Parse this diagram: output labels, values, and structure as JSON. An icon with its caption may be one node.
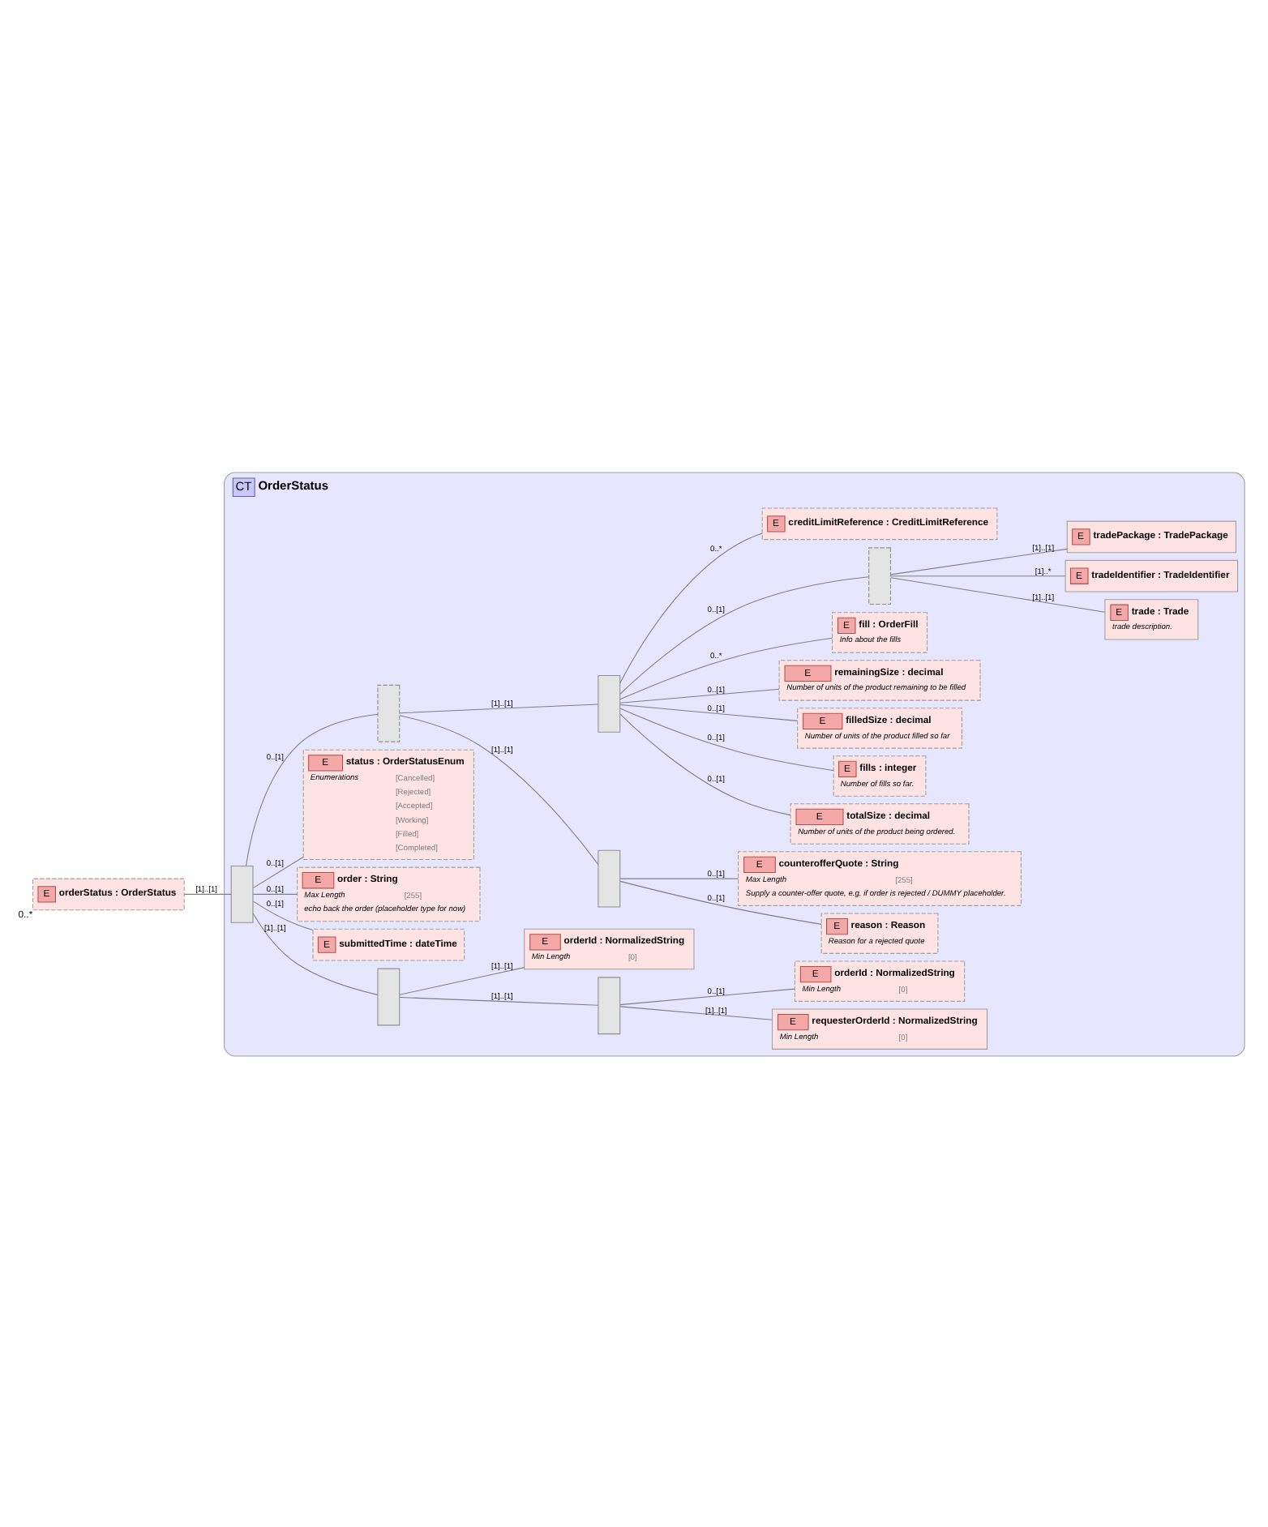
{
  "diagram": {
    "nodes": [
      {
        "text": [
          "E",
          "orderStatus : OrderStatus"
        ],
        "beside": [
          "0..*"
        ]
      },
      {
        "text": [
          "CT",
          "OrderStatus"
        ]
      },
      {
        "text": [],
        "shape": "box",
        "in": 1
      },
      {
        "text": [],
        "shape": "box",
        "in": 1
      },
      {
        "text": [],
        "shape": "box",
        "in": 1
      },
      {
        "text": [
          "E",
          "requesterOrderId : NormalizedString",
          "Min Length",
          "[0]"
        ],
        "in": 1
      },
      {
        "text": [
          "E",
          "orderId : NormalizedString",
          "Min Length",
          "[0]"
        ],
        "in": 1
      },
      {
        "text": [
          "E",
          "orderId : NormalizedString",
          "Min Length",
          "[0]"
        ],
        "in": 1
      },
      {
        "text": [
          "E",
          "submittedTime : dateTime"
        ],
        "in": 1
      },
      {
        "text": [
          "E",
          "order : String",
          "Max Length",
          "[255]",
          "echo back the order (placeholder type for now)"
        ],
        "in": 1
      },
      {
        "text": [
          "E",
          "status : OrderStatusEnum",
          "Enumerations",
          "[Cancelled]",
          "[Rejected]",
          "[Accepted]",
          "[Working]",
          "[Filled]",
          "[Completed]"
        ],
        "in": 1
      },
      {
        "text": [],
        "shape": "box",
        "in": 1
      },
      {
        "text": [],
        "shape": "box",
        "in": 1
      },
      {
        "text": [
          "E",
          "reason : Reason",
          "Reason for a rejected quote"
        ],
        "in": 1
      },
      {
        "text": [
          "E",
          "counterofferQuote : String",
          "Max Length",
          "[255]",
          "Supply a counter-offer quote, e.g. if order is rejected / DUMMY placeholder."
        ],
        "in": 1
      },
      {
        "text": [],
        "shape": "box",
        "in": 1
      },
      {
        "text": [
          "E",
          "totalSize : decimal",
          "Number of units of the product being ordered."
        ],
        "in": 1
      },
      {
        "text": [
          "E",
          "fills : integer",
          "Number of fills so far."
        ],
        "in": 1
      },
      {
        "text": [
          "E",
          "filledSize : decimal",
          "Number of units of the product filled so far"
        ],
        "in": 1
      },
      {
        "text": [
          "E",
          "remainingSize : decimal",
          "Number of units of the product remaining to be filled"
        ],
        "in": 1
      },
      {
        "text": [
          "E",
          "fill : OrderFill",
          "Info about the fills"
        ],
        "in": 1
      },
      {
        "text": [],
        "shape": "box",
        "in": 1
      },
      {
        "text": [
          "E",
          "trade : Trade",
          "trade description."
        ],
        "in": 1
      },
      {
        "text": [
          "E",
          "tradeIdentifier : TradeIdentifier"
        ],
        "in": 1
      },
      {
        "text": [
          "E",
          "tradePackage : TradePackage"
        ],
        "in": 1
      },
      {
        "text": [
          "E",
          "creditLimitReference : CreditLimitReference"
        ],
        "in": 1
      }
    ],
    "edges": [
      {
        "from": 0,
        "to": 2,
        "arrow": "none",
        "label": "[1]..[1]"
      },
      {
        "from": 2,
        "to": 3,
        "arrow": "none",
        "label": "[1]..[1]"
      },
      {
        "from": 3,
        "to": 4,
        "arrow": "none",
        "label": "[1]..[1]"
      },
      {
        "from": 4,
        "to": 5,
        "arrow": "none",
        "label": "[1]..[1]"
      },
      {
        "from": 4,
        "to": 6,
        "arrow": "none",
        "label": "0..[1]"
      },
      {
        "from": 3,
        "to": 7,
        "arrow": "none",
        "label": "[1]..[1]"
      },
      {
        "from": 2,
        "to": 8,
        "arrow": "none",
        "label": "0..[1]"
      },
      {
        "from": 2,
        "to": 9,
        "arrow": "none",
        "label": "0..[1]"
      },
      {
        "from": 2,
        "to": 10,
        "arrow": "none",
        "label": "0..[1]"
      },
      {
        "from": 2,
        "to": 11,
        "arrow": "none",
        "label": "0..[1]"
      },
      {
        "from": 11,
        "to": 12,
        "arrow": "none",
        "label": "[1]..[1]"
      },
      {
        "from": 12,
        "to": 13,
        "arrow": "none",
        "label": "0..[1]"
      },
      {
        "from": 12,
        "to": 14,
        "arrow": "none",
        "label": "0..[1]"
      },
      {
        "from": 11,
        "to": 15,
        "arrow": "none",
        "label": "[1]..[1]"
      },
      {
        "from": 15,
        "to": 16,
        "arrow": "none",
        "label": "0..[1]"
      },
      {
        "from": 15,
        "to": 17,
        "arrow": "none",
        "label": "0..[1]"
      },
      {
        "from": 15,
        "to": 18,
        "arrow": "none",
        "label": "0..[1]"
      },
      {
        "from": 15,
        "to": 19,
        "arrow": "none",
        "label": "0..[1]"
      },
      {
        "from": 15,
        "to": 20,
        "arrow": "none",
        "label": "0..*"
      },
      {
        "from": 15,
        "to": 21,
        "arrow": "none",
        "label": "0..[1]"
      },
      {
        "from": 21,
        "to": 22,
        "arrow": "none",
        "label": "[1]..[1]"
      },
      {
        "from": 21,
        "to": 23,
        "arrow": "none",
        "label": "[1]..*"
      },
      {
        "from": 21,
        "to": 24,
        "arrow": "none",
        "label": "[1]..[1]"
      },
      {
        "from": 15,
        "to": 25,
        "arrow": "none",
        "label": "0..*"
      }
    ]
  }
}
